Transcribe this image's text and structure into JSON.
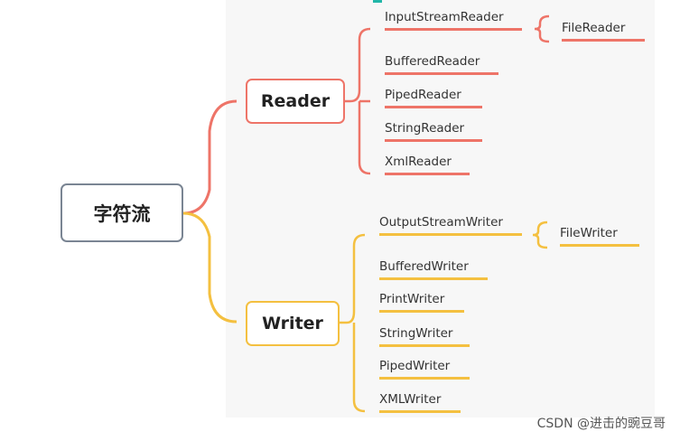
{
  "diagram": {
    "root": "字符流",
    "reader": {
      "label": "Reader",
      "children": [
        "InputStreamReader",
        "BufferedReader",
        "PipedReader",
        "StringReader",
        "XmlReader"
      ],
      "sub": "FileReader"
    },
    "writer": {
      "label": "Writer",
      "children": [
        "OutputStreamWriter",
        "BufferedWriter",
        "PrintWriter",
        "StringWriter",
        "PipedWriter",
        "XMLWriter"
      ],
      "sub": "FileWriter"
    },
    "colors": {
      "reader": "#ee7468",
      "writer": "#f4c040",
      "root": "#7a8593"
    }
  },
  "watermark": "CSDN @进击的豌豆哥"
}
